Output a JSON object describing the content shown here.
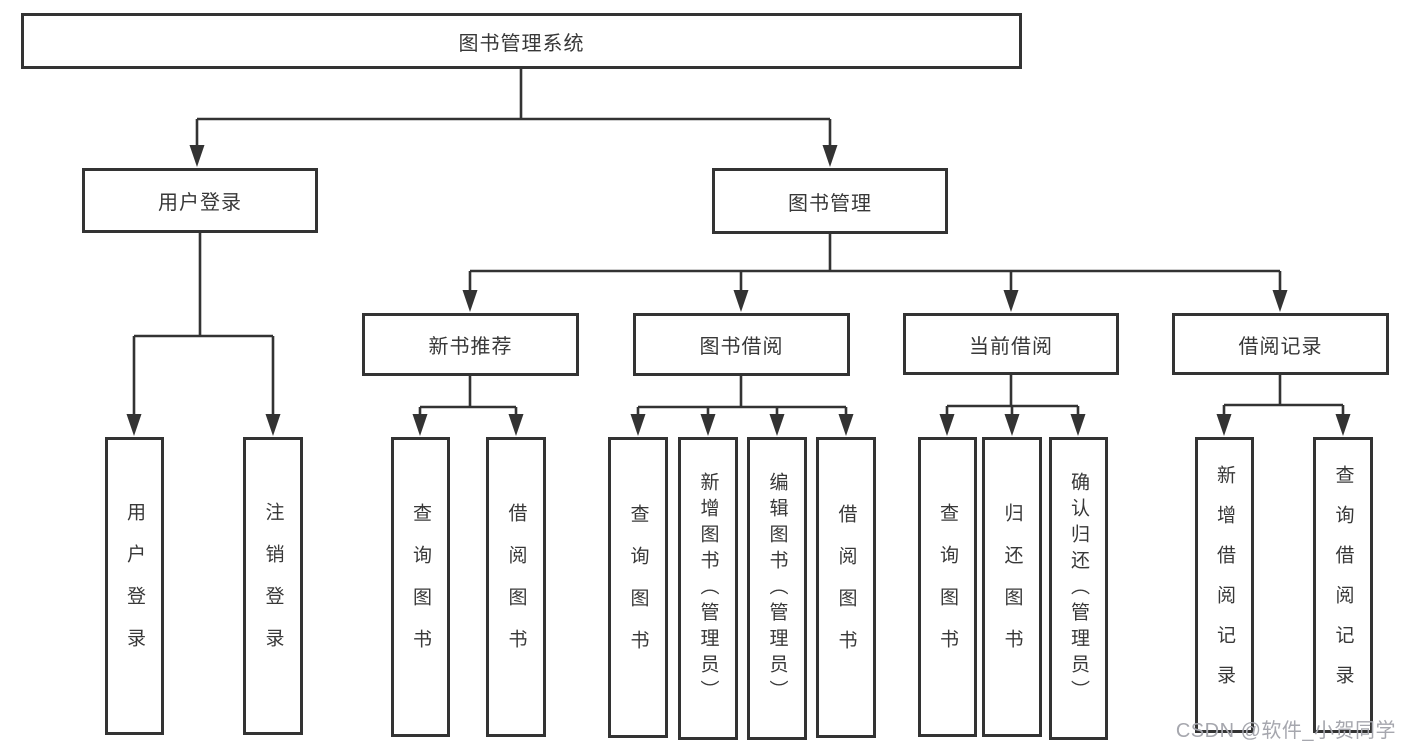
{
  "diagram_title": "图书管理系统",
  "nodes": {
    "root": "图书管理系统",
    "user_login": "用户登录",
    "book_mgmt": "图书管理",
    "new_book_rec": "新书推荐",
    "book_borrow": "图书借阅",
    "current_borrow": "当前借阅",
    "borrow_records": "借阅记录",
    "ul_login": "用户登录",
    "ul_logout": "注销登录",
    "nb_query": "查询图书",
    "nb_borrow": "借阅图书",
    "bb_query": "查询图书",
    "bb_add": "新增图书（管理员）",
    "bb_edit": "编辑图书（管理员）",
    "bb_borrow": "借阅图书",
    "cb_query": "查询图书",
    "cb_return": "归还图书",
    "cb_confirm": "确认归还（管理员）",
    "br_add": "新增借阅记录",
    "br_query": "查询借阅记录"
  },
  "structure": {
    "图书管理系统": {
      "用户登录": [
        "用户登录",
        "注销登录"
      ],
      "图书管理": {
        "新书推荐": [
          "查询图书",
          "借阅图书"
        ],
        "图书借阅": [
          "查询图书",
          "新增图书（管理员）",
          "编辑图书（管理员）",
          "借阅图书"
        ],
        "当前借阅": [
          "查询图书",
          "归还图书",
          "确认归还（管理员）"
        ],
        "借阅记录": [
          "新增借阅记录",
          "查询借阅记录"
        ]
      }
    }
  },
  "watermark": {
    "text": "CSDN @软件_小贺同学"
  },
  "colors": {
    "line": "#333333",
    "text": "#383838",
    "watermark": "#a6a7ae",
    "background": "#ffffff"
  }
}
